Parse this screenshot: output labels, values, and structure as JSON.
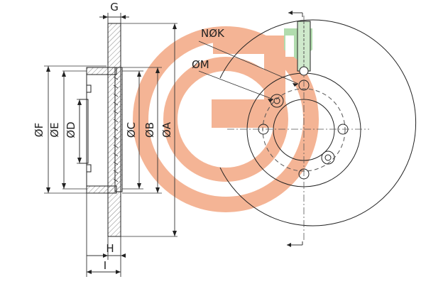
{
  "diagram": {
    "labels": {
      "G": "G",
      "H": "H",
      "I": "I",
      "F": "ØF",
      "E": "ØE",
      "D": "ØD",
      "C": "ØC",
      "B": "ØB",
      "A": "ØA",
      "NK": "NØK",
      "M": "ØM"
    },
    "icons": {
      "watermark": "gh-logo-watermark",
      "rotation_arrow_top": "rotation-arrow-icon",
      "rotation_arrow_bottom": "rotation-arrow-icon"
    },
    "colors": {
      "line": "#222222",
      "hatch": "#555555",
      "watermark_orange": "#f2a57f",
      "watermark_green": "#9fd39a"
    }
  }
}
